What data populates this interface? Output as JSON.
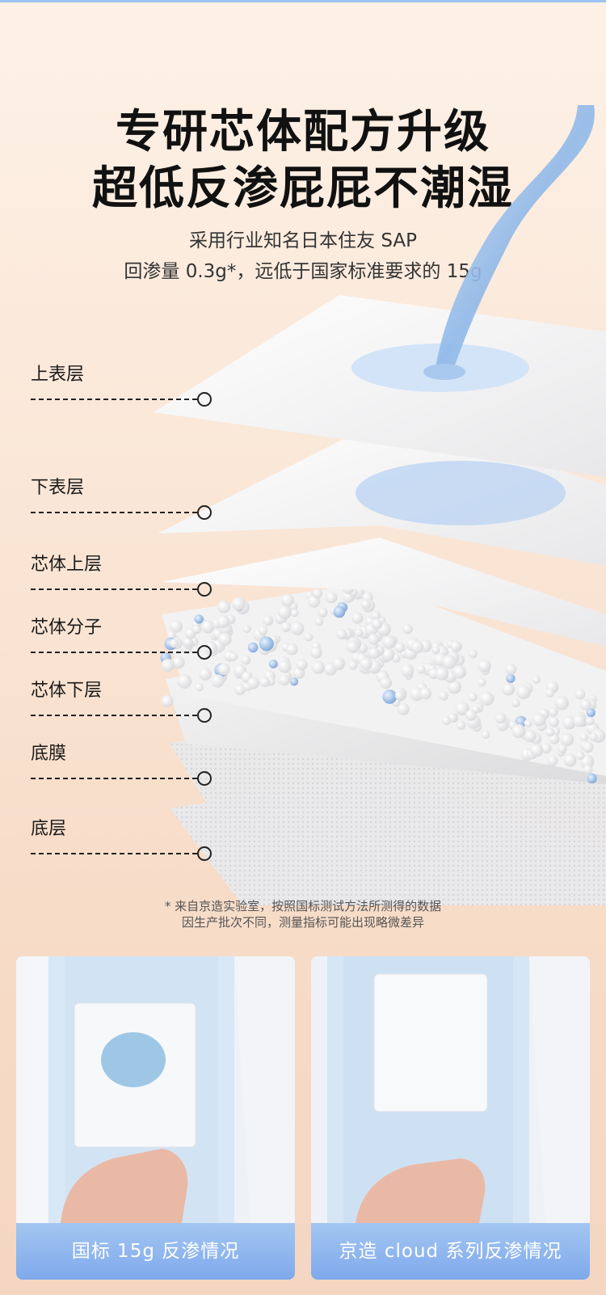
{
  "header": {
    "title_line1": "专研芯体配方升级",
    "title_line2": "超低反渗屁屁不潮湿",
    "subtitle_line1": "采用行业知名日本住友 SAP",
    "subtitle_line2": "回渗量 0.3g*，远低于国家标准要求的 15g"
  },
  "layers": [
    {
      "label": "上表层"
    },
    {
      "label": "下表层"
    },
    {
      "label": "芯体上层"
    },
    {
      "label": "芯体分子"
    },
    {
      "label": "芯体下层"
    },
    {
      "label": "底膜"
    },
    {
      "label": "底层"
    }
  ],
  "footnote": {
    "line1": "* 来自京造实验室，按照国标测试方法所测得的数据",
    "line2": "因生产批次不同，测量指标可能出现略微差异"
  },
  "panels": [
    {
      "caption": "国标 15g 反渗情况"
    },
    {
      "caption": "京造 cloud 系列反渗情况"
    }
  ],
  "colors": {
    "accent_blue": "#7fa9ec",
    "water_blue": "#9ec6f0",
    "background_top": "#fdf1e6",
    "background_bottom": "#f4d6c2"
  },
  "icons": [
    "leader-dot-icon",
    "water-stream-icon"
  ]
}
